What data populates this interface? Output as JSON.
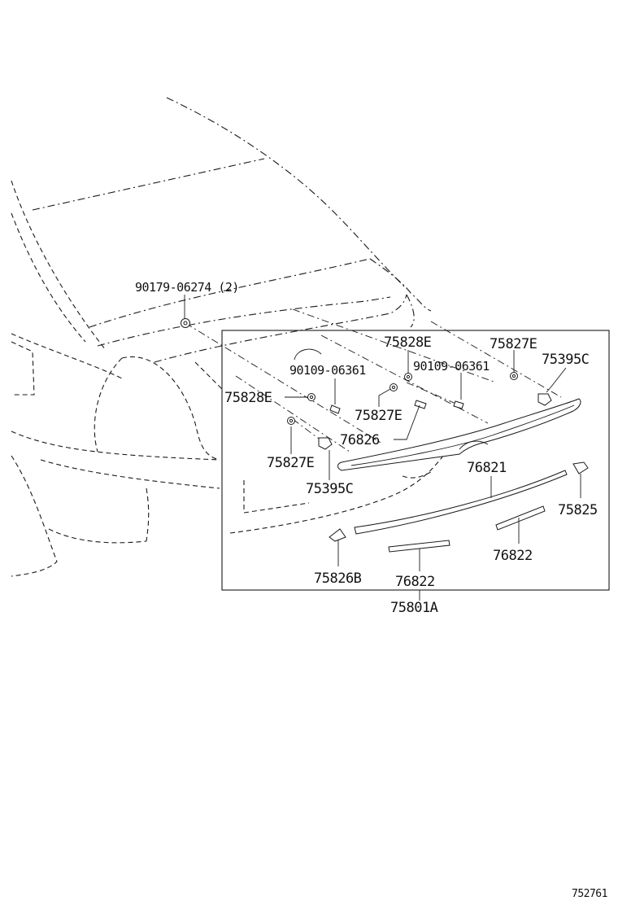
{
  "parts": {
    "clip_90179": "90179-06274 (2)",
    "grommet_75828E_top": "75828E",
    "grommet_75828E_left": "75828E",
    "nut_75827E_topright": "75827E",
    "nut_75827E_mid": "75827E",
    "nut_75827E_left": "75827E",
    "screw_90109_left": "90109-06361",
    "screw_90109_right": "90109-06361",
    "clip_75395C_right": "75395C",
    "clip_75395C_left": "75395C",
    "bracket_76826": "76826",
    "moulding_76821": "76821",
    "piece_76822_right": "76822",
    "piece_76822_bottom": "76822",
    "cap_75825": "75825",
    "cap_75826B": "75826B",
    "assembly_75801A": "75801A"
  },
  "figure_id": "752761"
}
